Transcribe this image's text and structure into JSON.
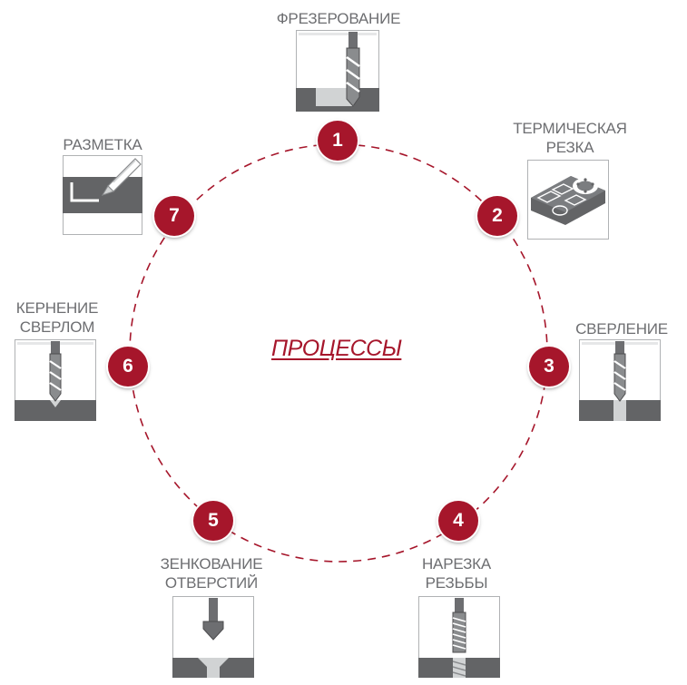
{
  "title": "ПРОЦЕССЫ",
  "colors": {
    "accent": "#a6162b",
    "label_text": "#6d6e71",
    "tile_dark": "#636466",
    "tile_light": "#d1d3d4",
    "ring_dash": "#a6162b"
  },
  "processes": [
    {
      "number": "1",
      "label_lines": [
        "ФРЕЗЕРОВАНИЕ"
      ],
      "icon": "milling-icon"
    },
    {
      "number": "2",
      "label_lines": [
        "ТЕРМИЧЕСКАЯ",
        "РЕЗКА"
      ],
      "icon": "thermal-cutting-icon"
    },
    {
      "number": "3",
      "label_lines": [
        "СВЕРЛЕНИЕ"
      ],
      "icon": "drilling-icon"
    },
    {
      "number": "4",
      "label_lines": [
        "НАРЕЗКА",
        "РЕЗЬБЫ"
      ],
      "icon": "threading-icon"
    },
    {
      "number": "5",
      "label_lines": [
        "ЗЕНКОВАНИЕ",
        "ОТВЕРСТИЙ"
      ],
      "icon": "countersinking-icon"
    },
    {
      "number": "6",
      "label_lines": [
        "КЕРНЕНИЕ",
        "СВЕРЛОМ"
      ],
      "icon": "center-drilling-icon"
    },
    {
      "number": "7",
      "label_lines": [
        "РАЗМЕТКА"
      ],
      "icon": "marking-icon"
    }
  ]
}
